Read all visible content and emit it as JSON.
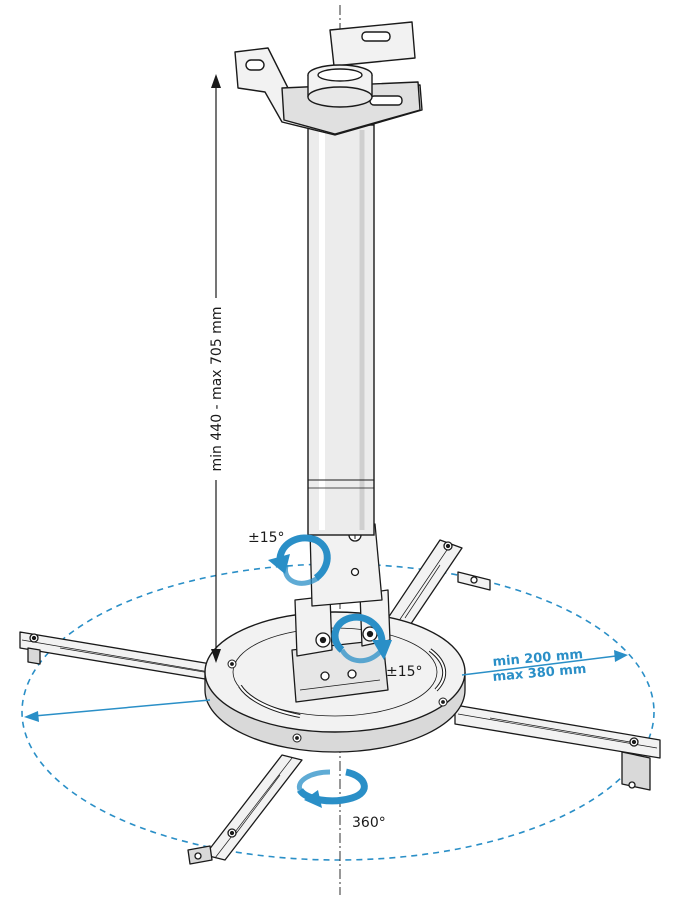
{
  "labels": {
    "height_range": "min 440 - max 705 mm",
    "tilt_top": "±15°",
    "tilt_side": "±15°",
    "arm_min": "min 200 mm",
    "arm_max": "max 380 mm",
    "rotation": "360°"
  },
  "colors": {
    "line": "#1a1a1a",
    "accent": "#2a8fc7",
    "metal_light": "#f2f2f2",
    "metal_mid": "#d9d9d9"
  }
}
